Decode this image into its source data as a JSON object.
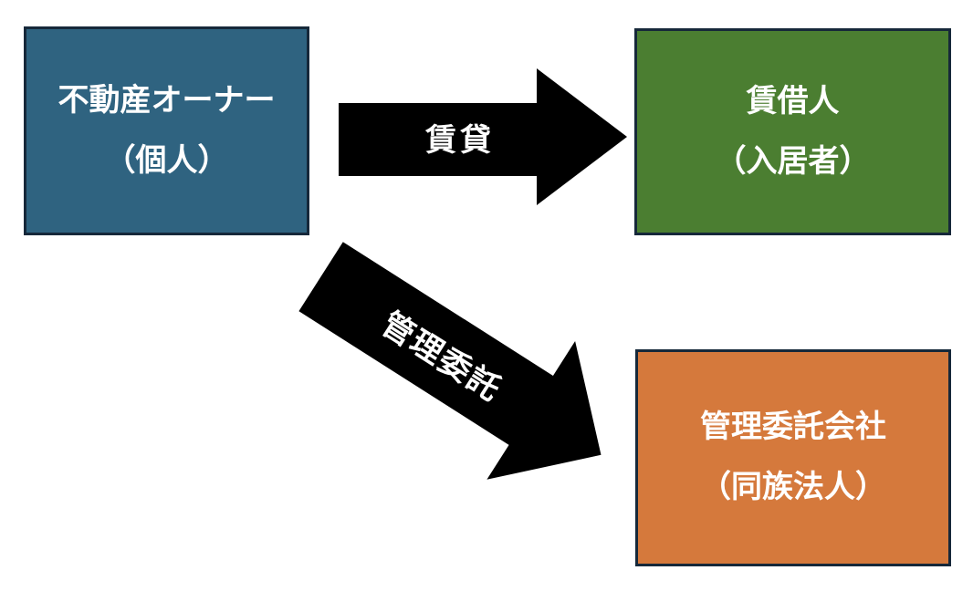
{
  "diagram": {
    "background": "#FFFFFF",
    "border_color": "#16283A",
    "arrow_color": "#000000",
    "label_color": "#FFFFFF",
    "boxes": [
      {
        "name": "owner",
        "line1": "不動産オーナー",
        "line2": "（個人）",
        "fill": "#2F6380"
      },
      {
        "name": "tenant",
        "line1": "賃借人",
        "line2": "（入居者）",
        "fill": "#4B7E31"
      },
      {
        "name": "management-company",
        "line1": "管理委託会社",
        "line2": "（同族法人）",
        "fill": "#D5793C"
      }
    ],
    "arrows": [
      {
        "name": "lease",
        "label": "賃貸",
        "from": "owner",
        "to": "tenant"
      },
      {
        "name": "management-outsourcing",
        "label": "管理委託",
        "from": "owner",
        "to": "management-company"
      }
    ]
  }
}
